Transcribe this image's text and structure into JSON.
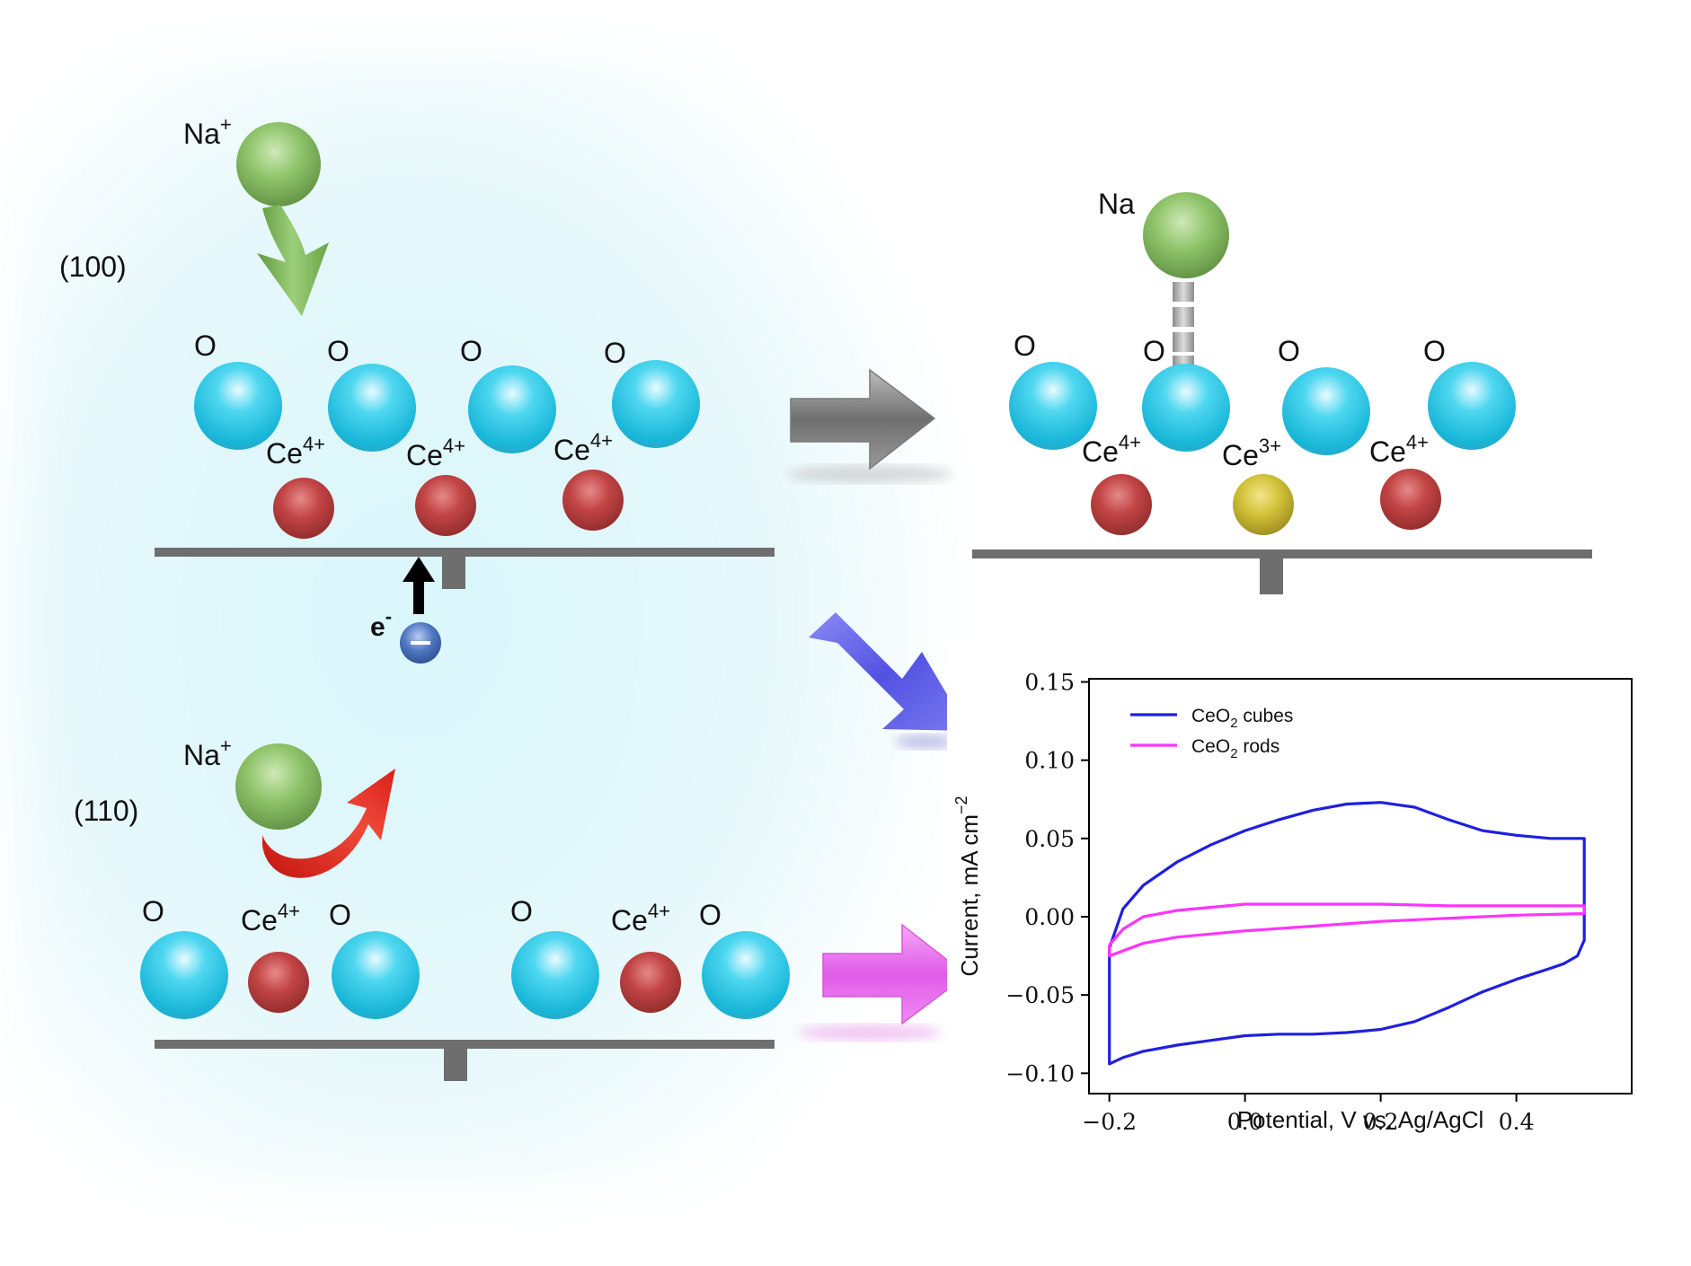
{
  "facets": {
    "f100": "(100)",
    "f110": "(110)"
  },
  "labels": {
    "na_plus_top": "Na",
    "na_plus_top_sup": "+",
    "na_adsorbed": "Na",
    "na_plus_bottom": "Na",
    "na_plus_bottom_sup": "+",
    "electron": "e",
    "electron_sup": "-",
    "oxygen": "O",
    "ce": "Ce",
    "ce4_sup": "4+",
    "ce3_sup": "3+"
  },
  "colors": {
    "oxygen": "#27c7e6",
    "ce4": "#c24444",
    "ce3": "#d3c23a",
    "sodium": "#8fc46a",
    "electrode": "#6e6e6e",
    "arrow_gray": "#8a8a8a",
    "arrow_blue": "#5a5ae6",
    "arrow_magenta": "#e05ce8",
    "arrow_red": "#e3211c",
    "arrow_green": "#72a94a"
  },
  "chart_data": {
    "type": "line",
    "xlabel": "Potential, V vs. Ag/AgCl",
    "ylabel": "Current, mA cm",
    "ylabel_sup": "−2",
    "xlim": [
      -0.23,
      0.57
    ],
    "ylim": [
      -0.113,
      0.152
    ],
    "xticks": [
      "−0.2",
      "0.0",
      "0.2",
      "0.4"
    ],
    "xtick_values": [
      -0.2,
      0.0,
      0.2,
      0.4
    ],
    "yticks": [
      "0.15",
      "0.10",
      "0.05",
      "0.00",
      "−0.05",
      "−0.10"
    ],
    "ytick_values": [
      0.15,
      0.1,
      0.05,
      0.0,
      -0.05,
      -0.1
    ],
    "legend_position": "top-left",
    "grid": false,
    "series": [
      {
        "name": "CeO2 cubes",
        "legend_main": "CeO",
        "legend_sub": "2",
        "legend_rest": " cubes",
        "color": "#1f1fe0",
        "x": [
          -0.2,
          -0.18,
          -0.15,
          -0.1,
          -0.05,
          0.0,
          0.05,
          0.1,
          0.15,
          0.2,
          0.25,
          0.3,
          0.35,
          0.4,
          0.45,
          0.49,
          0.5,
          0.5,
          0.49,
          0.47,
          0.45,
          0.4,
          0.35,
          0.3,
          0.25,
          0.2,
          0.15,
          0.1,
          0.05,
          0.0,
          -0.05,
          -0.1,
          -0.15,
          -0.18,
          -0.2,
          -0.2
        ],
        "y": [
          -0.02,
          0.005,
          0.02,
          0.035,
          0.046,
          0.055,
          0.062,
          0.068,
          0.072,
          0.073,
          0.07,
          0.062,
          0.055,
          0.052,
          0.05,
          0.05,
          0.05,
          -0.015,
          -0.025,
          -0.03,
          -0.033,
          -0.04,
          -0.048,
          -0.058,
          -0.067,
          -0.072,
          -0.074,
          -0.075,
          -0.075,
          -0.076,
          -0.079,
          -0.082,
          -0.086,
          -0.09,
          -0.094,
          -0.02
        ]
      },
      {
        "name": "CeO2 rods",
        "legend_main": "CeO",
        "legend_sub": "2",
        "legend_rest": " rods",
        "color": "#ff33ff",
        "x": [
          -0.2,
          -0.18,
          -0.15,
          -0.1,
          -0.05,
          0.0,
          0.1,
          0.2,
          0.3,
          0.4,
          0.5,
          0.5,
          0.4,
          0.3,
          0.2,
          0.1,
          0.0,
          -0.1,
          -0.15,
          -0.2,
          -0.2
        ],
        "y": [
          -0.018,
          -0.008,
          0.0,
          0.004,
          0.006,
          0.008,
          0.008,
          0.008,
          0.007,
          0.007,
          0.007,
          0.002,
          0.001,
          -0.001,
          -0.003,
          -0.006,
          -0.009,
          -0.013,
          -0.017,
          -0.025,
          -0.018
        ]
      }
    ]
  }
}
